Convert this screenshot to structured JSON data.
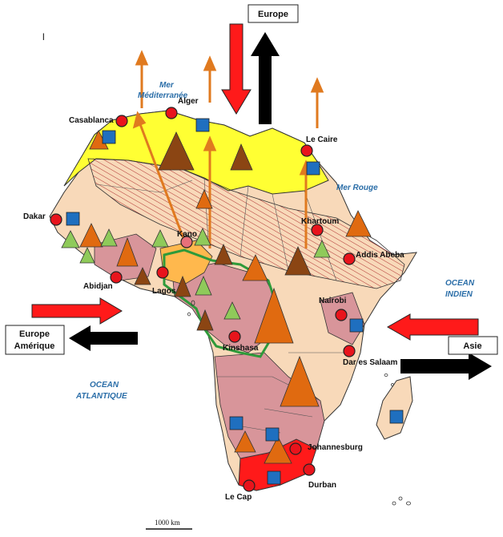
{
  "labels": {
    "europe_top": "Europe",
    "europe_amerique_1": "Europe",
    "europe_amerique_2": "Amérique",
    "asie": "Asie",
    "scale": "1000 km",
    "tick": "l"
  },
  "seas": {
    "med_1": "Mer",
    "med_2": "Méditerranée",
    "rouge": "Mer Rouge",
    "indien_1": "OCEAN",
    "indien_2": "INDIEN",
    "atl_1": "OCEAN",
    "atl_2": "ATLANTIQUE"
  },
  "cities": {
    "casablanca": "Casablanca",
    "alger": "Alger",
    "le_caire": "Le Caire",
    "dakar": "Dakar",
    "khartoum": "Khartoum",
    "kano": "Kano",
    "addis": "Addis Abeba",
    "abidjan": "Abidjan",
    "lagos": "Lagos",
    "nairobi": "Nairobi",
    "kinshasa": "Kinshasa",
    "dar": "Dar es Salaam",
    "johannesburg": "Johannesburg",
    "durban": "Durban",
    "le_cap": "Le Cap"
  },
  "colors": {
    "north_yellow": "#ffff33",
    "sahel_tan": "#f8d9b9",
    "pink_region": "#d8959a",
    "south_red": "#ff1a1a",
    "nigeria_orange": "#ffb84d",
    "arrow_red": "#ff1a1a",
    "arrow_black": "#000000",
    "arrow_orange": "#e07a1f",
    "city_red": "#e8141c",
    "square_blue": "#1f6fbf",
    "tri_brown": "#8b4513",
    "tri_orange": "#e06a10",
    "tri_green": "#8fca5a",
    "forest_line": "#2e9a3a",
    "sea_text": "#2b6ea8"
  }
}
